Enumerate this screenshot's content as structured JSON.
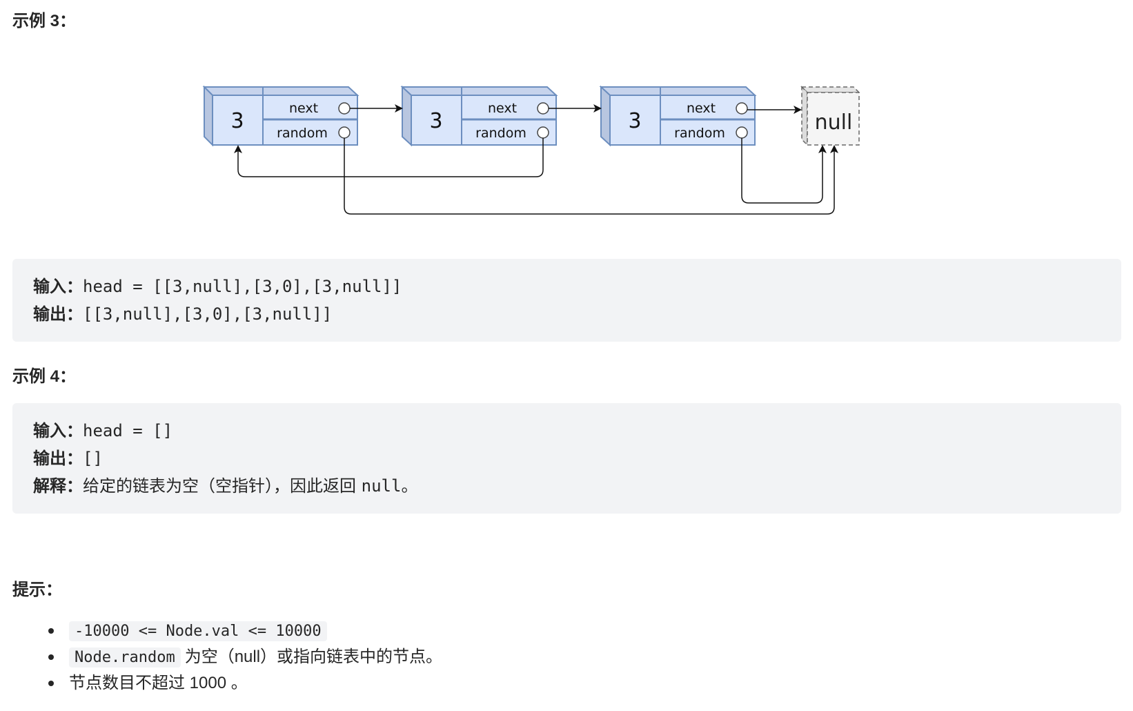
{
  "example3": {
    "heading": "示例 3：",
    "diagram": {
      "nodes": [
        {
          "value": "3",
          "next_label": "next",
          "random_label": "random"
        },
        {
          "value": "3",
          "next_label": "next",
          "random_label": "random"
        },
        {
          "value": "3",
          "next_label": "next",
          "random_label": "random"
        }
      ],
      "terminal": "null",
      "colors": {
        "node_fill": "#dae6fb",
        "node_stroke": "#6c8ebf",
        "null_fill": "#f5f5f5",
        "null_stroke": "#666666"
      }
    },
    "code": {
      "input_label": "输入：",
      "input_value": "head = [[3,null],[3,0],[3,null]]",
      "output_label": "输出：",
      "output_value": "[[3,null],[3,0],[3,null]]"
    }
  },
  "example4": {
    "heading": "示例 4：",
    "code": {
      "input_label": "输入：",
      "input_value": "head = []",
      "output_label": "输出：",
      "output_value": "[]",
      "explain_label": "解释：",
      "explain_text": "给定的链表为空（空指针），因此返回 ",
      "explain_code": "null",
      "explain_end": "。"
    }
  },
  "hints": {
    "heading": "提示：",
    "items": [
      {
        "code": "-10000 <= Node.val <= 10000",
        "text": ""
      },
      {
        "code": "Node.random",
        "text": "为空（null）或指向链表中的节点。"
      },
      {
        "code": "",
        "text": "节点数目不超过 1000 。"
      }
    ]
  }
}
